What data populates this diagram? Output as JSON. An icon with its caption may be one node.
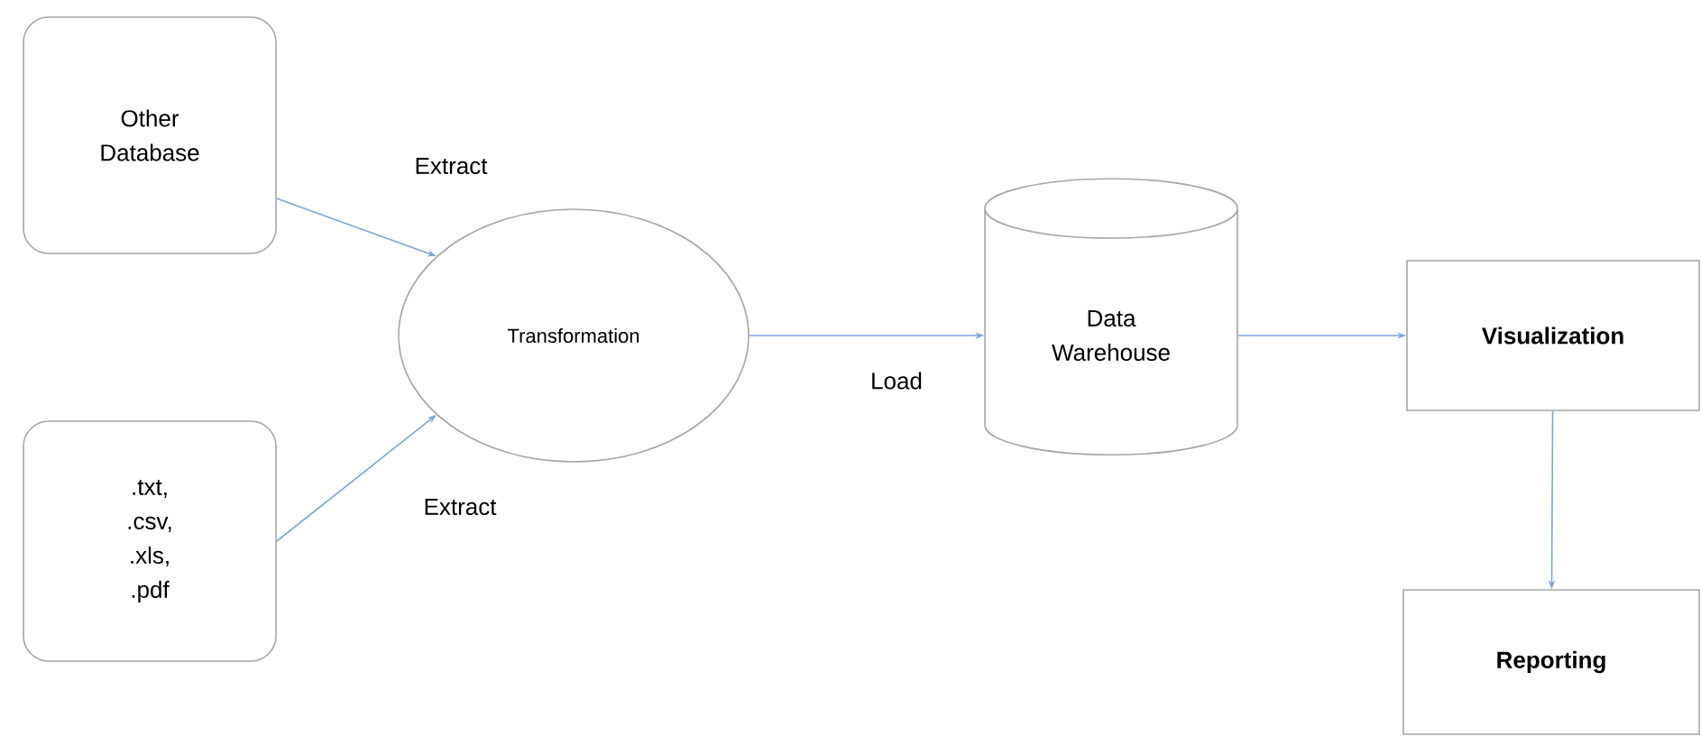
{
  "diagram": {
    "nodes": [
      {
        "text": [
          "Other Database"
        ]
      },
      {
        "text": [
          ".txt, .csv, .xls, .pdf"
        ]
      },
      {
        "text": [
          "Transformation"
        ]
      },
      {
        "text": [
          "Data Warehouse"
        ]
      },
      {
        "text": [
          "Visualization"
        ]
      },
      {
        "text": [
          "Reporting"
        ]
      }
    ],
    "edges": [
      {
        "from": 0,
        "to": 2,
        "arrow": "to",
        "label": "Extract"
      },
      {
        "from": 1,
        "to": 2,
        "arrow": "to",
        "label": "Extract"
      },
      {
        "from": 2,
        "to": 3,
        "arrow": "to",
        "label": "Load"
      },
      {
        "from": 3,
        "to": 4,
        "arrow": "to"
      },
      {
        "from": 4,
        "to": 5,
        "arrow": "to"
      }
    ]
  }
}
